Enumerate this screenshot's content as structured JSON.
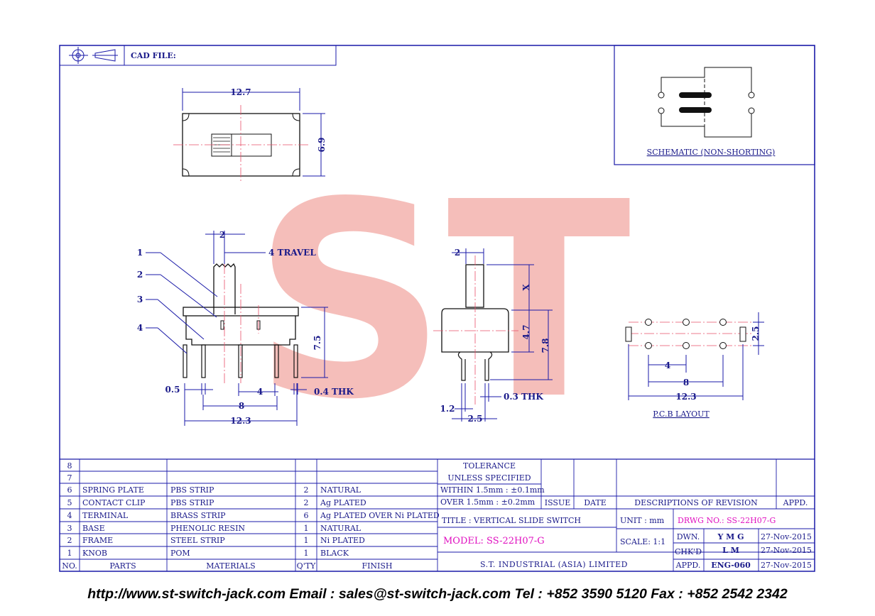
{
  "cad_label": "CAD FILE:",
  "watermark": "ST",
  "schematic_label": "SCHEMATIC (NON-SHORTING)",
  "pcb_label": "P.C.B LAYOUT",
  "top_view": {
    "width": "12.7",
    "height": "6.9"
  },
  "front_view": {
    "callouts": [
      "1",
      "2",
      "3",
      "4"
    ],
    "knob_width": "2",
    "travel": "4 TRAVEL",
    "height": "7.5",
    "pin_width": "0.5",
    "pin_thk": "0.4 THK",
    "pin_spacing_a": "4",
    "pin_spacing_b": "8",
    "overall": "12.3"
  },
  "side_view": {
    "knob": "2",
    "x": "X",
    "h1": "4.7",
    "h2": "7.8",
    "thk": "0.3 THK",
    "w1": "1.2",
    "w2": "2.5"
  },
  "pcb": {
    "pitch": "2.5",
    "a": "4",
    "b": "8",
    "c": "12.3"
  },
  "parts_table": {
    "header": {
      "no": "NO.",
      "parts": "PARTS",
      "materials": "MATERIALS",
      "qty": "Q'TY",
      "finish": "FINISH"
    },
    "rows": [
      {
        "no": "8",
        "part": "",
        "material": "",
        "qty": "",
        "finish": ""
      },
      {
        "no": "7",
        "part": "",
        "material": "",
        "qty": "",
        "finish": ""
      },
      {
        "no": "6",
        "part": "SPRING PLATE",
        "material": "PBS STRIP",
        "qty": "2",
        "finish": "NATURAL"
      },
      {
        "no": "5",
        "part": "CONTACT CLIP",
        "material": "PBS STRIP",
        "qty": "2",
        "finish": "Ag PLATED"
      },
      {
        "no": "4",
        "part": "TERMINAL",
        "material": "BRASS STRIP",
        "qty": "6",
        "finish": "Ag PLATED OVER Ni PLATED"
      },
      {
        "no": "3",
        "part": "BASE",
        "material": "PHENOLIC RESIN",
        "qty": "1",
        "finish": "NATURAL"
      },
      {
        "no": "2",
        "part": "FRAME",
        "material": "STEEL STRIP",
        "qty": "1",
        "finish": "Ni PLATED"
      },
      {
        "no": "1",
        "part": "KNOB",
        "material": "POM",
        "qty": "1",
        "finish": "BLACK"
      }
    ]
  },
  "tolerance": {
    "line1": "TOLERANCE",
    "line2": "UNLESS   SPECIFIED",
    "within": "WITHIN  1.5mm : ±0.1mm",
    "over": "OVER    1.5mm : ±0.2mm"
  },
  "revision": {
    "issue": "ISSUE",
    "date": "DATE",
    "desc": "DESCRIPTIONS  OF  REVISION",
    "appd": "APPD."
  },
  "title_block": {
    "title": "TITLE : VERTICAL SLIDE SWITCH",
    "unit": "UNIT :    mm",
    "drwg_no": "DRWG NO.: SS-22H07-G",
    "model": "MODEL: SS-22H07-G",
    "scale": "SCALE:  1:1",
    "company": "S.T.  INDUSTRIAL  (ASIA)  LIMITED",
    "dwn_label": "DWN.",
    "dwn": "Y M G",
    "dwn_date": "27-Nov-2015",
    "chk_label": "CHK'D",
    "chk": "L M",
    "chk_date": "27-Nov-2015",
    "appd_label": "APPD.",
    "appd": "ENG-060",
    "appd_date": "27-Nov-2015"
  },
  "footer": "http://www.st-switch-jack.com  Email : sales@st-switch-jack.com  Tel : +852 3590 5120  Fax : +852 2542 2342",
  "colors": {
    "frame": "#1a1aa8",
    "watermark": "#f3b3ae",
    "centerline": "#e8506a",
    "highlight": "#e010c0"
  }
}
